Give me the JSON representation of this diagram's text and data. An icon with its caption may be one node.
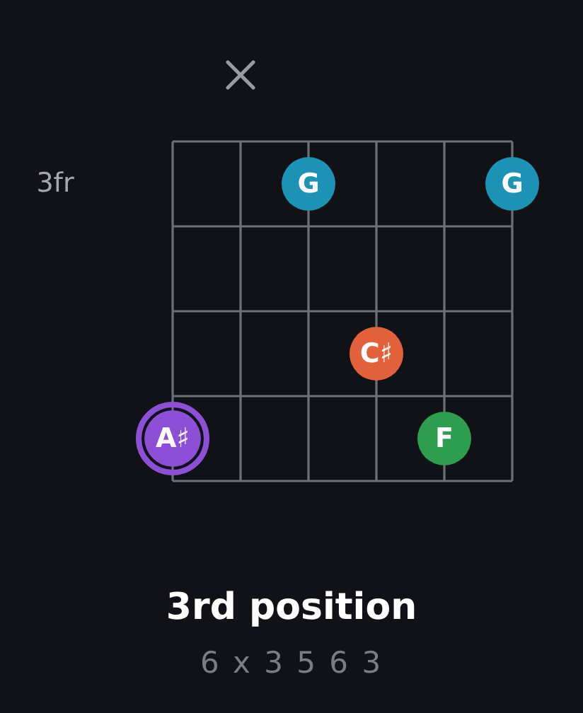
{
  "diagram": {
    "title": "3rd position",
    "caption": "6 x 3 5 6 3",
    "nodes": [
      {
        "text": [
          "G"
        ]
      },
      {
        "text": [
          "G"
        ]
      },
      {
        "text": [
          "C♯"
        ]
      },
      {
        "text": [
          "A♯"
        ]
      },
      {
        "text": [
          "F"
        ]
      }
    ],
    "labels": [
      "3fr"
    ]
  }
}
